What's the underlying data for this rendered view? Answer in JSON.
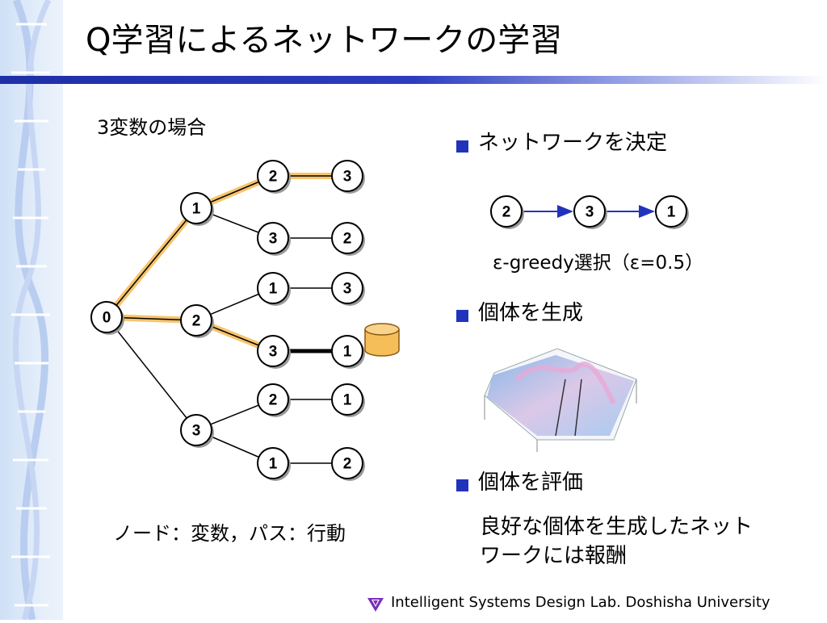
{
  "title": "Q学習によるネットワークの学習",
  "case_label": "3変数の場合",
  "legend": "ノード：変数，パス：行動",
  "tree": {
    "nodes": [
      {
        "id": "n0",
        "label": "0"
      },
      {
        "id": "a1",
        "label": "1"
      },
      {
        "id": "a2",
        "label": "2"
      },
      {
        "id": "a3",
        "label": "3"
      },
      {
        "id": "b12",
        "label": "2"
      },
      {
        "id": "b13",
        "label": "3"
      },
      {
        "id": "b21",
        "label": "1"
      },
      {
        "id": "b23",
        "label": "3"
      },
      {
        "id": "b32",
        "label": "2"
      },
      {
        "id": "b31",
        "label": "1"
      },
      {
        "id": "c123",
        "label": "3"
      },
      {
        "id": "c132",
        "label": "2"
      },
      {
        "id": "c213",
        "label": "3"
      },
      {
        "id": "c231",
        "label": "1"
      },
      {
        "id": "c321",
        "label": "1"
      },
      {
        "id": "c312",
        "label": "2"
      }
    ],
    "edges": [
      {
        "from": "n0",
        "to": "a1",
        "highlight": true
      },
      {
        "from": "n0",
        "to": "a2",
        "highlight": true
      },
      {
        "from": "n0",
        "to": "a3",
        "highlight": false
      },
      {
        "from": "a1",
        "to": "b12",
        "highlight": true
      },
      {
        "from": "a1",
        "to": "b13",
        "highlight": false
      },
      {
        "from": "a2",
        "to": "b21",
        "highlight": false
      },
      {
        "from": "a2",
        "to": "b23",
        "highlight": true
      },
      {
        "from": "a3",
        "to": "b32",
        "highlight": false
      },
      {
        "from": "a3",
        "to": "b31",
        "highlight": false
      },
      {
        "from": "b12",
        "to": "c123",
        "highlight": true
      },
      {
        "from": "b13",
        "to": "c132",
        "highlight": false
      },
      {
        "from": "b21",
        "to": "c213",
        "highlight": false
      },
      {
        "from": "b23",
        "to": "c231",
        "highlight": false,
        "bold": true
      },
      {
        "from": "b32",
        "to": "c321",
        "highlight": false
      },
      {
        "from": "b31",
        "to": "c312",
        "highlight": false
      }
    ]
  },
  "steps": [
    {
      "label": "ネットワークを決定"
    },
    {
      "label": "個体を生成"
    },
    {
      "label": "個体を評価"
    }
  ],
  "network": {
    "nodes": [
      "2",
      "3",
      "1"
    ]
  },
  "greedy_text": "ε-greedy選択（ε=0.5）",
  "reward_lines": [
    "良好な個体を生成したネット",
    "ワークには報酬"
  ],
  "footer": "Intelligent Systems Design Lab. Doshisha University",
  "colors": {
    "accent_bar": "#1f2fa6",
    "highlight_path": "#f7c46c",
    "arrow": "#2233bb",
    "bullet": "#2233bb",
    "database": "#f6be58"
  }
}
